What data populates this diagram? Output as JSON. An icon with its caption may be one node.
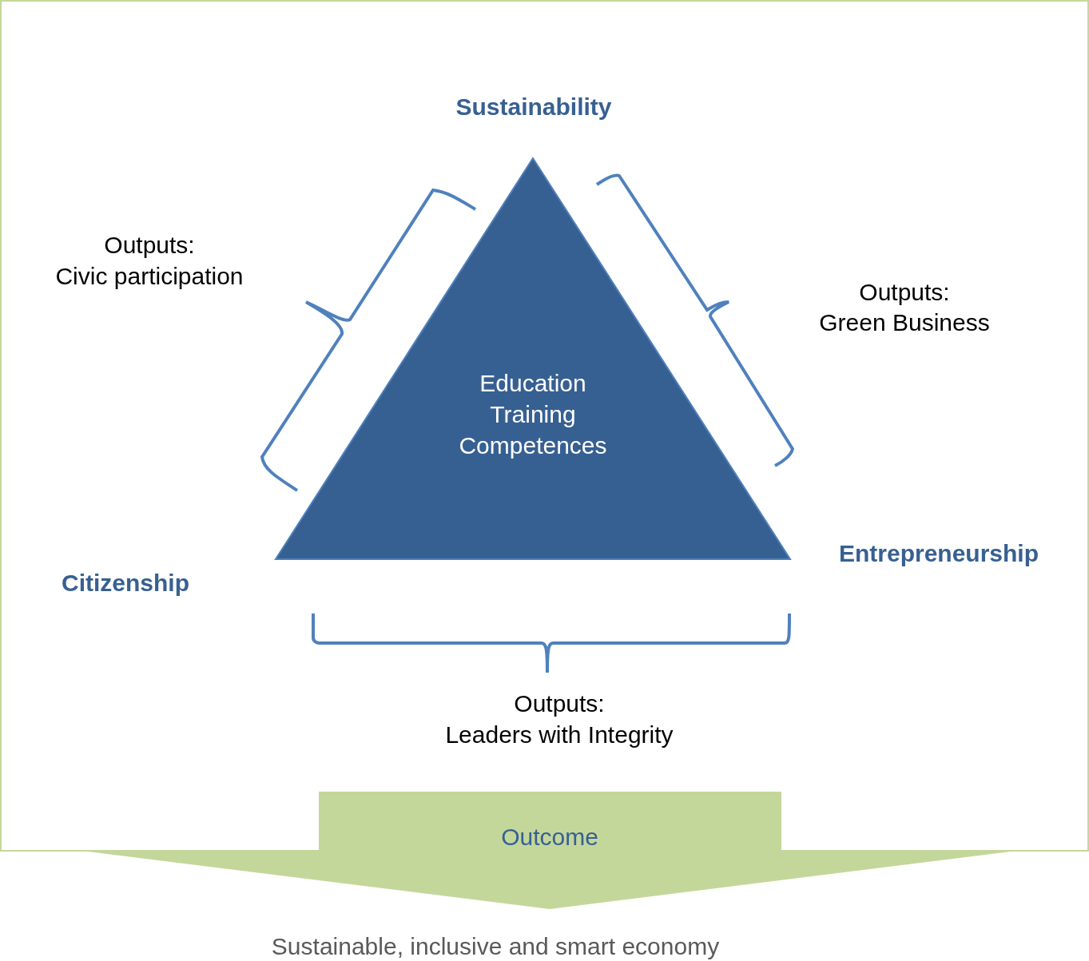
{
  "diagram": {
    "nodes": [
      {
        "text": [
          "Education Training Competences"
        ]
      },
      {
        "text": [
          "Outcome"
        ]
      }
    ],
    "labels": [
      "Sustainability",
      "Outputs:",
      "Civic participation",
      "Outputs:",
      "Green Business",
      "Citizenship",
      "Entrepreneurship",
      "Outputs:",
      "Leaders with Integrity",
      "Sustainable, inclusive and smart economy"
    ]
  }
}
